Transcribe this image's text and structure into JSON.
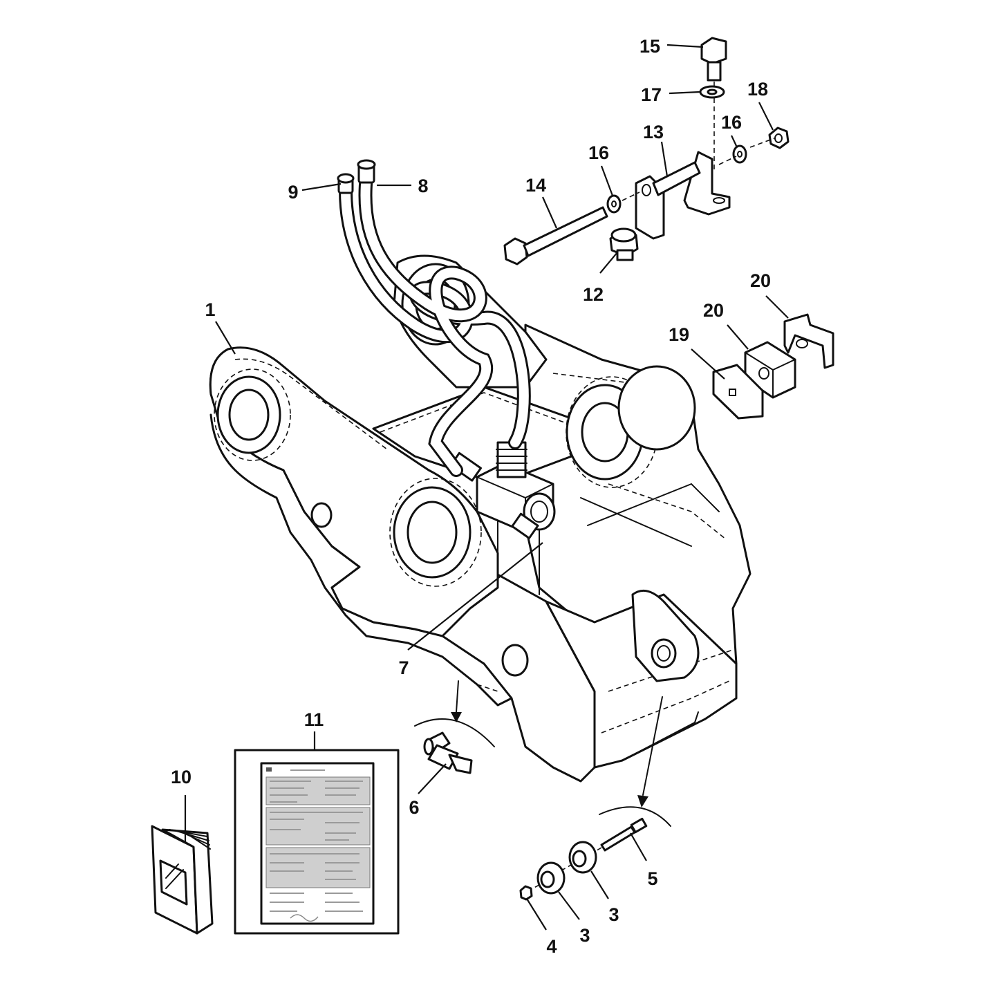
{
  "diagram": {
    "callouts": [
      {
        "id": "c15",
        "label": "15"
      },
      {
        "id": "c17",
        "label": "17"
      },
      {
        "id": "c18",
        "label": "18"
      },
      {
        "id": "c13",
        "label": "13"
      },
      {
        "id": "c16a",
        "label": "16"
      },
      {
        "id": "c16b",
        "label": "16"
      },
      {
        "id": "c14",
        "label": "14"
      },
      {
        "id": "c9",
        "label": "9"
      },
      {
        "id": "c8",
        "label": "8"
      },
      {
        "id": "c12",
        "label": "12"
      },
      {
        "id": "c20a",
        "label": "20"
      },
      {
        "id": "c20b",
        "label": "20"
      },
      {
        "id": "c19",
        "label": "19"
      },
      {
        "id": "c1",
        "label": "1"
      },
      {
        "id": "c7",
        "label": "7"
      },
      {
        "id": "c11",
        "label": "11"
      },
      {
        "id": "c10",
        "label": "10"
      },
      {
        "id": "c6",
        "label": "6"
      },
      {
        "id": "c5",
        "label": "5"
      },
      {
        "id": "c3a",
        "label": "3"
      },
      {
        "id": "c3b",
        "label": "3"
      },
      {
        "id": "c4",
        "label": "4"
      }
    ]
  },
  "colors": {
    "line": "#111111",
    "background": "#ffffff",
    "placeholder_text": "#9a9a9a"
  }
}
